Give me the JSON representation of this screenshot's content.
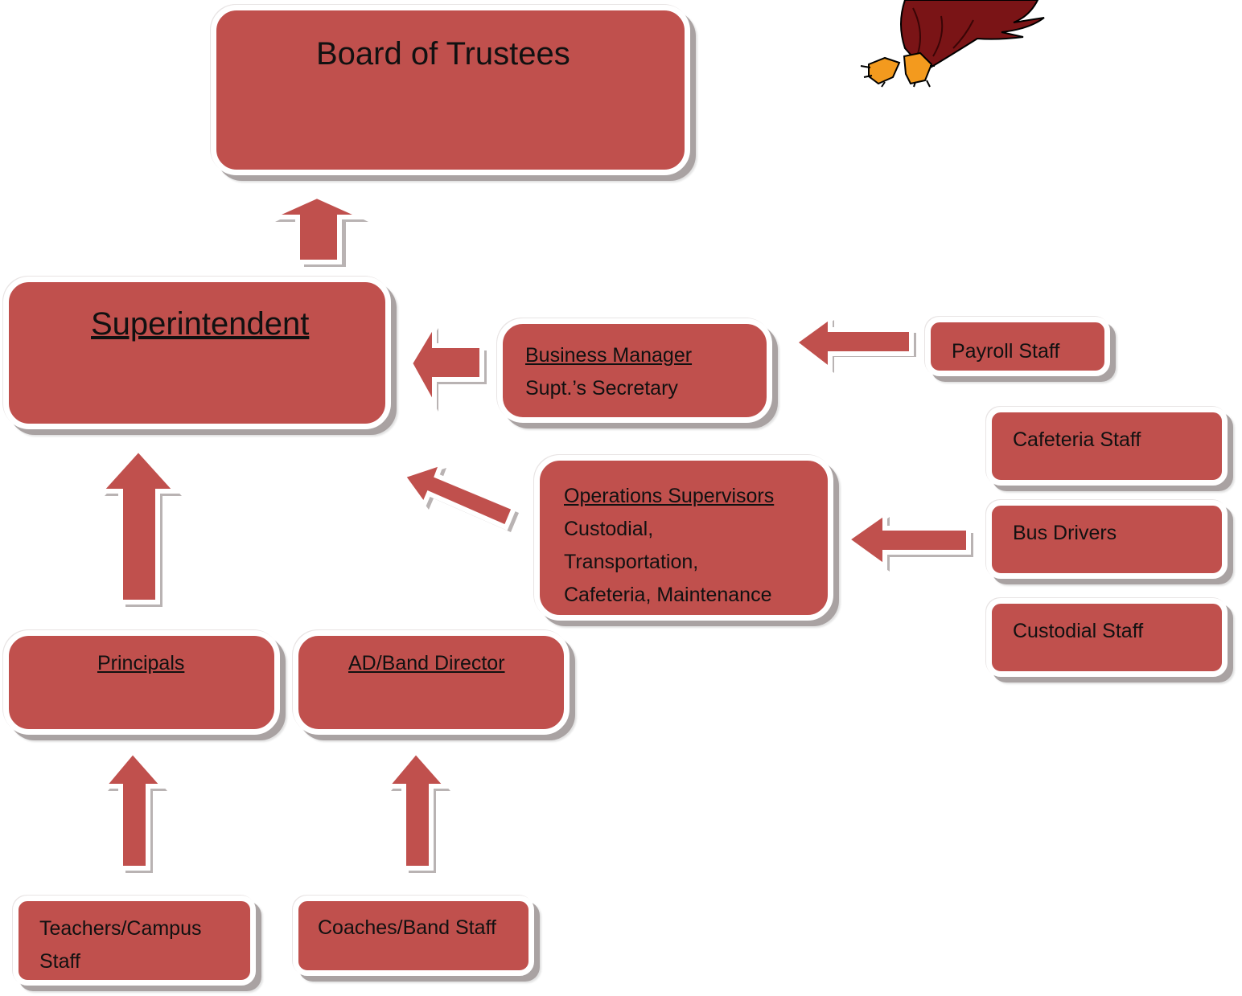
{
  "boxes": {
    "board": {
      "title": "Board of Trustees"
    },
    "superintendent": {
      "title": "Superintendent"
    },
    "business": {
      "title": "Business Manager",
      "line2": "Supt.’s Secretary"
    },
    "payroll": {
      "title": "Payroll Staff"
    },
    "operations": {
      "title": "Operations Supervisors",
      "lines": [
        "Custodial,",
        "Transportation,",
        "Cafeteria, Maintenance"
      ]
    },
    "cafeteria": {
      "title": "Cafeteria Staff"
    },
    "bus": {
      "title": "Bus Drivers"
    },
    "custodial": {
      "title": "Custodial Staff"
    },
    "principals": {
      "title": "Principals"
    },
    "ad": {
      "title": "AD/Band Director"
    },
    "teachers": {
      "lines": [
        "Teachers/Campus",
        "Staff"
      ]
    },
    "coaches": {
      "title": "Coaches/Band Staff"
    }
  },
  "colors": {
    "box_fill": "#c0504d",
    "box_border": "#ffffff",
    "shadow": "#a9a2a2",
    "text": "#111111"
  },
  "icons": {
    "eagle": "eagle-mascot-icon"
  }
}
